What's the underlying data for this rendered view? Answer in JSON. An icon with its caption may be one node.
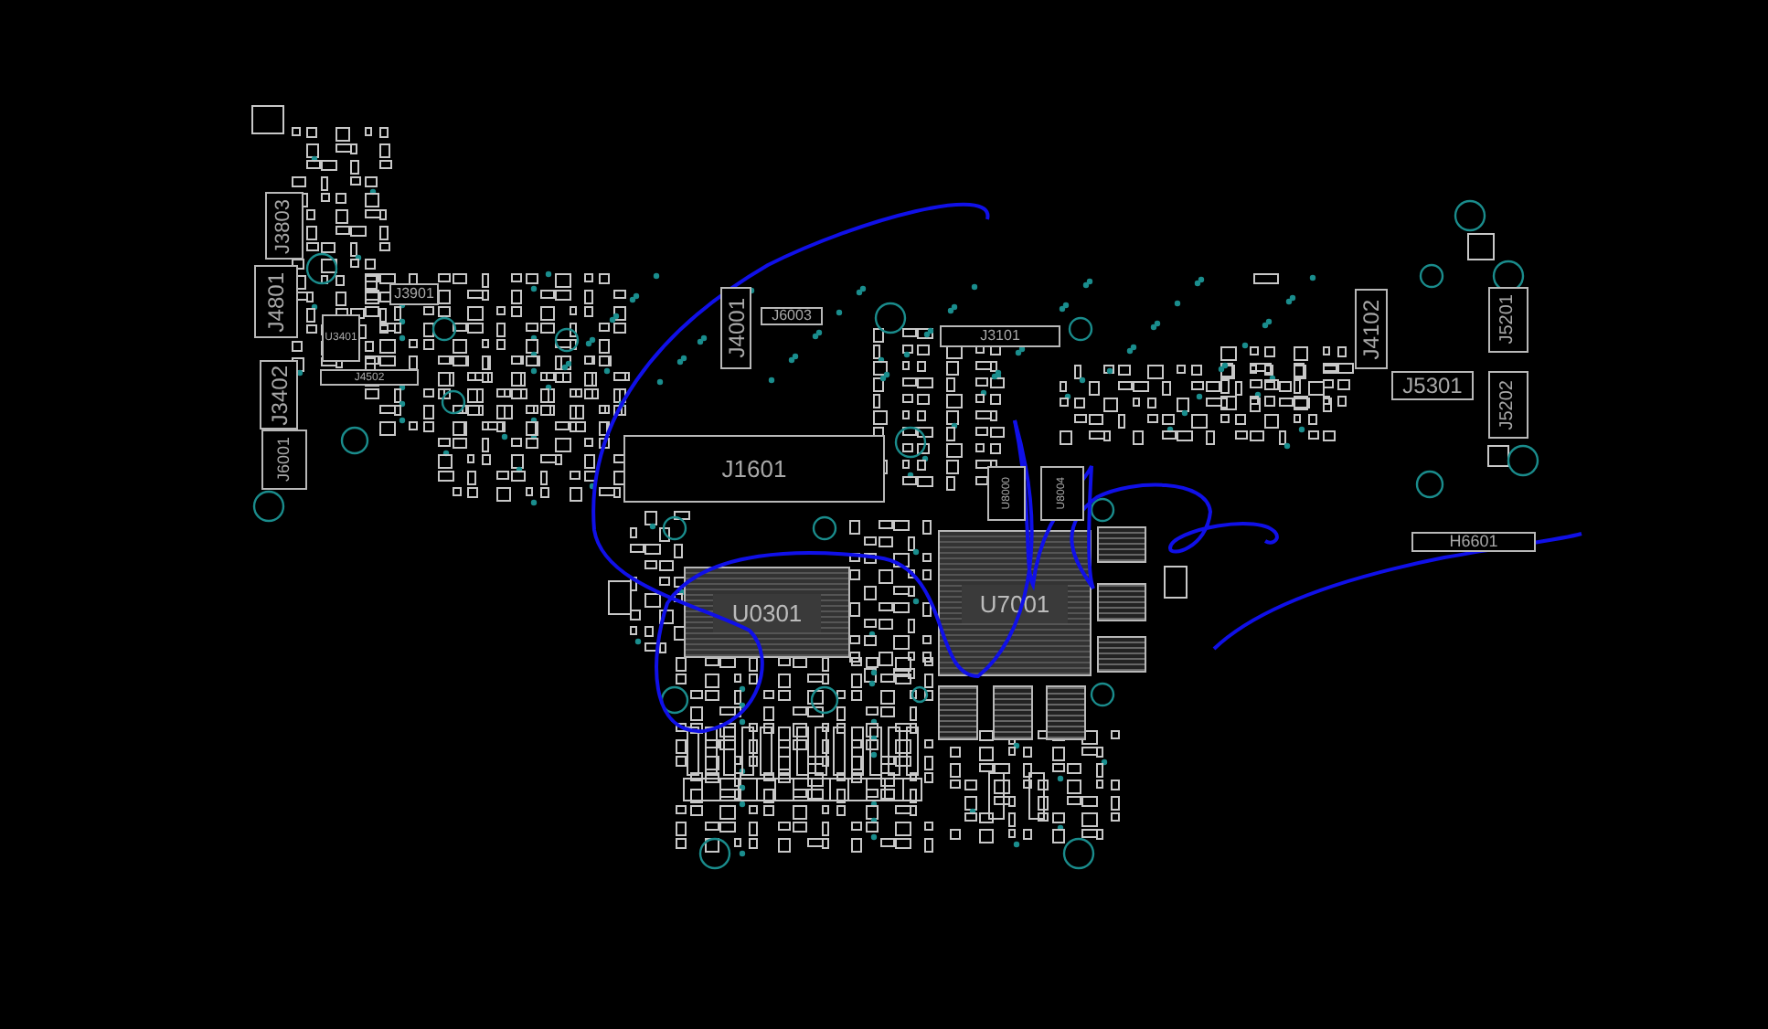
{
  "diagram": {
    "nodes": [
      {
        "text": [
          "J3803"
        ]
      },
      {
        "text": [
          "J4801"
        ]
      },
      {
        "text": [
          "J3901"
        ]
      },
      {
        "text": [
          "U3401"
        ]
      },
      {
        "text": [
          "J3402"
        ]
      },
      {
        "text": [
          "J4502"
        ]
      },
      {
        "text": [
          "J6001"
        ]
      },
      {
        "text": [
          "J4001"
        ]
      },
      {
        "text": [
          "J6003"
        ]
      },
      {
        "text": [
          "J3101"
        ]
      },
      {
        "text": [
          "J1601"
        ]
      },
      {
        "text": [
          "U0301"
        ]
      },
      {
        "text": [
          "U7001"
        ]
      },
      {
        "text": [
          "U8000"
        ]
      },
      {
        "text": [
          "U8004"
        ]
      },
      {
        "text": [],
        "shape": "box"
      },
      {
        "text": [],
        "shape": "box"
      },
      {
        "text": [],
        "shape": "box"
      },
      {
        "text": [],
        "shape": "box"
      },
      {
        "text": [],
        "shape": "box"
      },
      {
        "text": [],
        "shape": "box"
      },
      {
        "text": [
          "J4102"
        ]
      },
      {
        "text": [
          "J5301"
        ]
      },
      {
        "text": [
          "J5201"
        ]
      },
      {
        "text": [
          "J5202"
        ]
      },
      {
        "text": [
          "H6601"
        ]
      }
    ]
  }
}
